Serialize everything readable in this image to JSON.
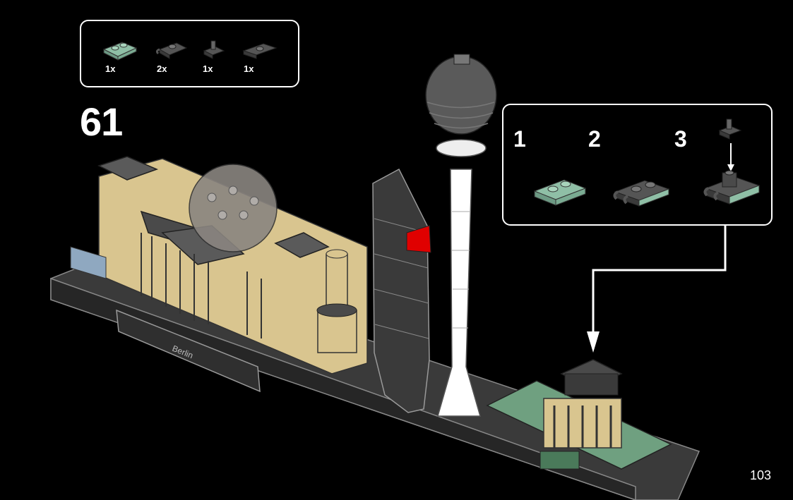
{
  "step": {
    "number": "61"
  },
  "parts_list": [
    {
      "icon": "sand-green-plate-1x2-icon",
      "qty": "1x",
      "color": "#8fbfa6"
    },
    {
      "icon": "dark-gray-clip-plate-icon",
      "qty": "2x",
      "color": "#555555"
    },
    {
      "icon": "dark-gray-clip-icon",
      "qty": "1x",
      "color": "#555555"
    },
    {
      "icon": "dark-gray-jumper-plate-icon",
      "qty": "1x",
      "color": "#555555"
    }
  ],
  "sub_steps": [
    {
      "label": "1"
    },
    {
      "label": "2"
    },
    {
      "label": "3"
    }
  ],
  "model": {
    "base_label": "Berlin"
  },
  "page": {
    "number": "103"
  },
  "colors": {
    "tan": "#d9c58f",
    "sand_green": "#8fbfa6",
    "dark_gray": "#4a4a4a",
    "red": "#e00000",
    "white": "#ffffff"
  }
}
